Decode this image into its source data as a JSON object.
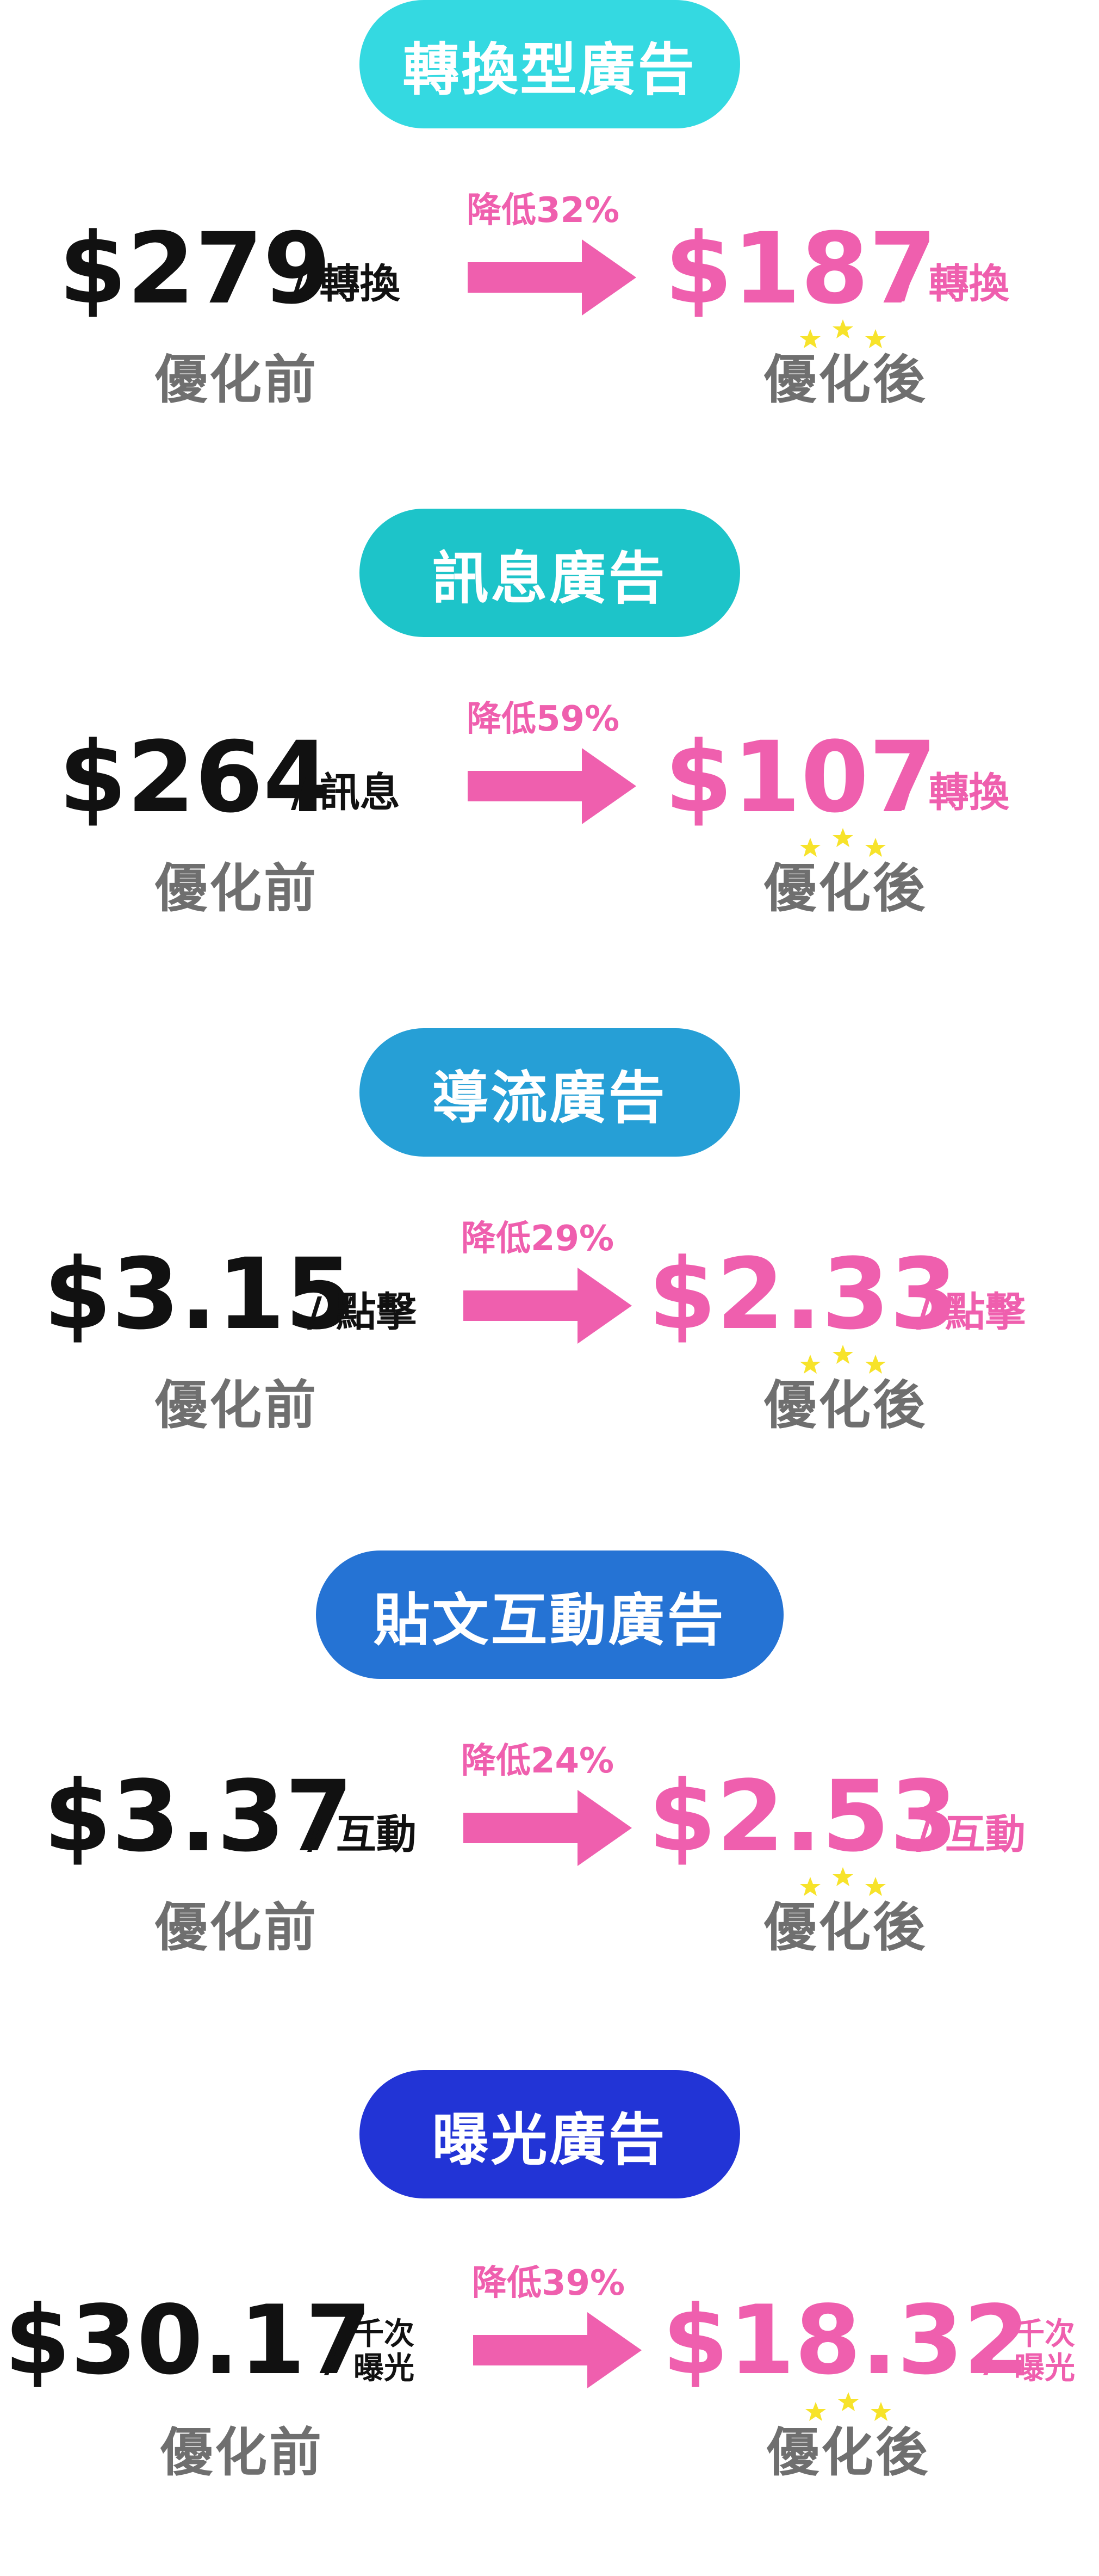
{
  "colors": {
    "pink": "#ef5fae",
    "star": "#f7e32a",
    "pill_1": "#34d9e1",
    "pill_2": "#1dc4c9",
    "pill_3": "#269fd6",
    "pill_4": "#2573d4",
    "pill_5": "#2234d6"
  },
  "sections": [
    {
      "title": "轉換型廣告",
      "before_price": "$279",
      "before_unit": "/ 轉換",
      "reduction": "降低32%",
      "after_price": "$187",
      "after_unit": "/ 轉換",
      "before_label": "優化前",
      "after_label": "優化後"
    },
    {
      "title": "訊息廣告",
      "before_price": "$264",
      "before_unit": "/ 訊息",
      "reduction": "降低59%",
      "after_price": "$107",
      "after_unit": "/ 轉換",
      "before_label": "優化前",
      "after_label": "優化後"
    },
    {
      "title": "導流廣告",
      "before_price": "$3.15",
      "before_unit": "/ 點擊",
      "reduction": "降低29%",
      "after_price": "$2.33",
      "after_unit": "/ 點擊",
      "before_label": "優化前",
      "after_label": "優化後"
    },
    {
      "title": "貼文互動廣告",
      "before_price": "$3.37",
      "before_unit": "/ 互動",
      "reduction": "降低24%",
      "after_price": "$2.53",
      "after_unit": "/ 互動",
      "before_label": "優化前",
      "after_label": "優化後"
    },
    {
      "title": "曝光廣告",
      "before_price": "$30.17",
      "before_unit_line1": "千次",
      "before_unit_line2": "曝光",
      "reduction": "降低39%",
      "after_price": "$18.32",
      "after_unit_line1": "千次",
      "after_unit_line2": "曝光",
      "before_label": "優化前",
      "after_label": "優化後"
    }
  ]
}
